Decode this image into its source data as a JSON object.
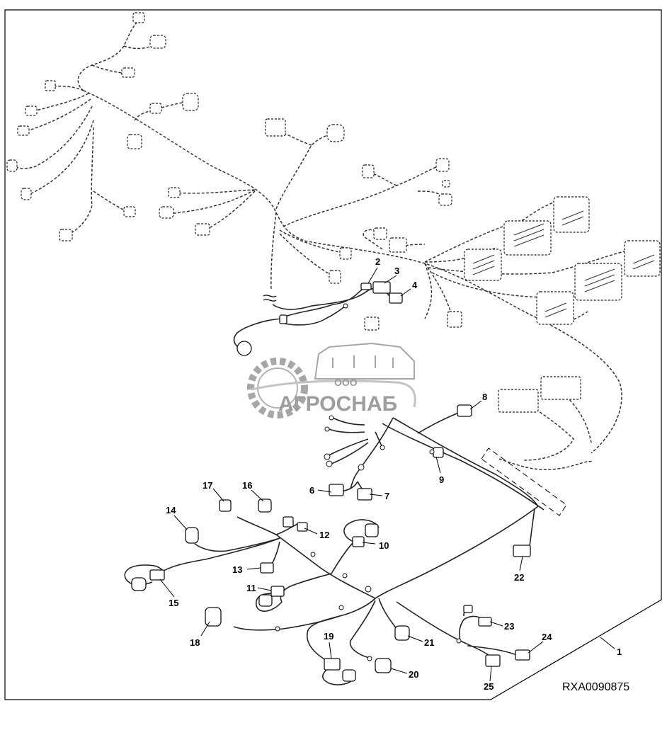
{
  "figure": {
    "code": "RXA0090875",
    "frame_color": "#000000"
  },
  "watermark": {
    "prefix": "ООО",
    "name": "АГРОСНАБ",
    "color": "#7d7d7d",
    "icon": "gear-tractor-logo-icon"
  },
  "callouts": [
    {
      "id": "c1",
      "label": "1"
    },
    {
      "id": "c2",
      "label": "2"
    },
    {
      "id": "c3",
      "label": "3"
    },
    {
      "id": "c4",
      "label": "4"
    },
    {
      "id": "c6",
      "label": "6"
    },
    {
      "id": "c7",
      "label": "7"
    },
    {
      "id": "c8",
      "label": "8"
    },
    {
      "id": "c9",
      "label": "9"
    },
    {
      "id": "c10",
      "label": "10"
    },
    {
      "id": "c11",
      "label": "11"
    },
    {
      "id": "c12",
      "label": "12"
    },
    {
      "id": "c13",
      "label": "13"
    },
    {
      "id": "c14",
      "label": "14"
    },
    {
      "id": "c15",
      "label": "15"
    },
    {
      "id": "c16",
      "label": "16"
    },
    {
      "id": "c17",
      "label": "17"
    },
    {
      "id": "c18",
      "label": "18"
    },
    {
      "id": "c19",
      "label": "19"
    },
    {
      "id": "c20",
      "label": "20"
    },
    {
      "id": "c21",
      "label": "21"
    },
    {
      "id": "c22",
      "label": "22"
    },
    {
      "id": "c23",
      "label": "23"
    },
    {
      "id": "c24",
      "label": "24"
    },
    {
      "id": "c25",
      "label": "25"
    }
  ]
}
